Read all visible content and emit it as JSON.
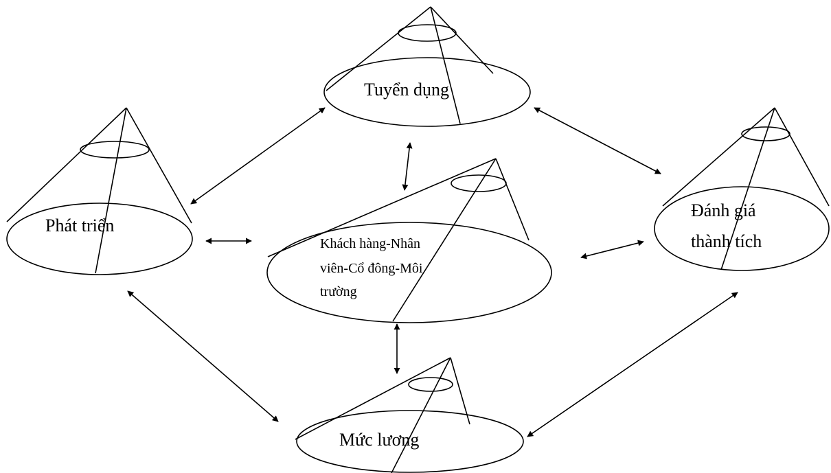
{
  "nodes": {
    "tuyen_dung": {
      "label": "Tuyển dụng"
    },
    "phat_trien": {
      "label": "Phát triển"
    },
    "danh_gia": {
      "line1": "Đánh giá",
      "line2": "thành tích"
    },
    "center": {
      "line1": "Khách hàng-Nhân",
      "line2": "viên-Cổ đông-Môi",
      "line3": "trường"
    },
    "muc_luong": {
      "label": "Mức lương"
    }
  },
  "colors": {
    "stroke": "#000000",
    "background": "#ffffff"
  },
  "connector_style": "double-headed-arrow"
}
